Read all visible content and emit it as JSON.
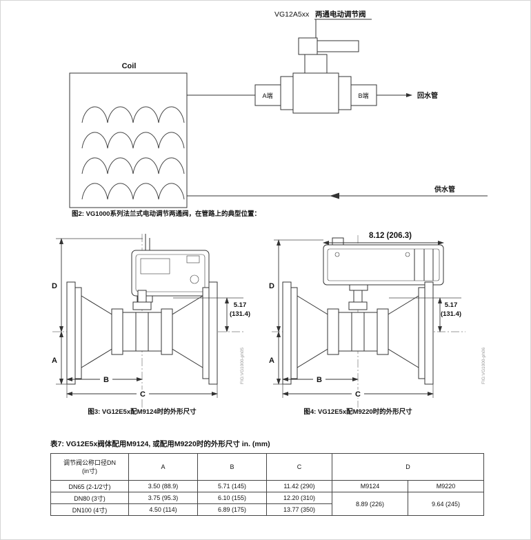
{
  "schematic": {
    "title_model": "VG12A5xx",
    "title_name": "两通电动调节阀",
    "coil_label": "Coil",
    "port_a": "A端",
    "port_b": "B端",
    "return_pipe": "回水管",
    "supply_pipe": "供水管",
    "caption": "图2: VG1000系列法兰式电动调节两通阀，在管路上的典型位置："
  },
  "fig3": {
    "caption": "图3: VG12E5x配M9124时的外形尺寸",
    "dim_d": "D",
    "dim_a": "A",
    "dim_b": "B",
    "dim_c": "C",
    "height_in": "5.17",
    "height_mm": "(131.4)",
    "code": "FIG:VG1000-ph05"
  },
  "fig4": {
    "caption": "图4: VG12E5x配M9220时的外形尺寸",
    "top_dim": "8.12 (206.3)",
    "dim_d": "D",
    "dim_a": "A",
    "dim_b": "B",
    "dim_c": "C",
    "height_in": "5.17",
    "height_mm": "(131.4)",
    "code": "FIG:VG1000-ph06"
  },
  "table": {
    "title": "表7: VG12E5x阀体配用M9124, 或配用M9220时的外形尺寸 in. (mm)",
    "header": {
      "dn_line1": "调节阀公称口径DN",
      "dn_line2": "(in寸)",
      "a": "A",
      "b": "B",
      "c": "C",
      "d": "D",
      "m9124": "M9124",
      "m9220": "M9220"
    },
    "rows": [
      {
        "dn": "DN65 (2-1/2寸)",
        "a": "3.50 (88.9)",
        "b": "5.71 (145)",
        "c": "11.42 (290)"
      },
      {
        "dn": "DN80 (3寸)",
        "a": "3.75 (95.3)",
        "b": "6.10 (155)",
        "c": "12.20 (310)"
      },
      {
        "dn": "DN100 (4寸)",
        "a": "4.50 (114)",
        "b": "6.89 (175)",
        "c": "13.77 (350)"
      }
    ],
    "d_m9124": "8.89 (226)",
    "d_m9220": "9.64 (245)"
  }
}
